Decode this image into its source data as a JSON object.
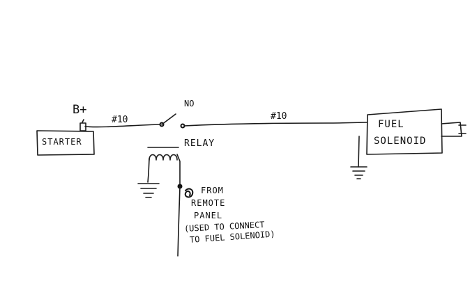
{
  "labels": {
    "battery": "B+",
    "starter": "STARTER",
    "wire_left": "#10",
    "no": "NO",
    "relay": "RELAY",
    "wire_right": "#10",
    "fuel_line1": "FUEL",
    "fuel_line2": "SOLENOID",
    "from_line1": "FROM",
    "from_line2": "REMOTE",
    "from_line3": "PANEL",
    "note_line1": "(USED TO CONNECT",
    "note_line2": "TO FUEL SOLENOID)"
  },
  "colors": {
    "ink": "#111111",
    "paper": "#ffffff"
  }
}
